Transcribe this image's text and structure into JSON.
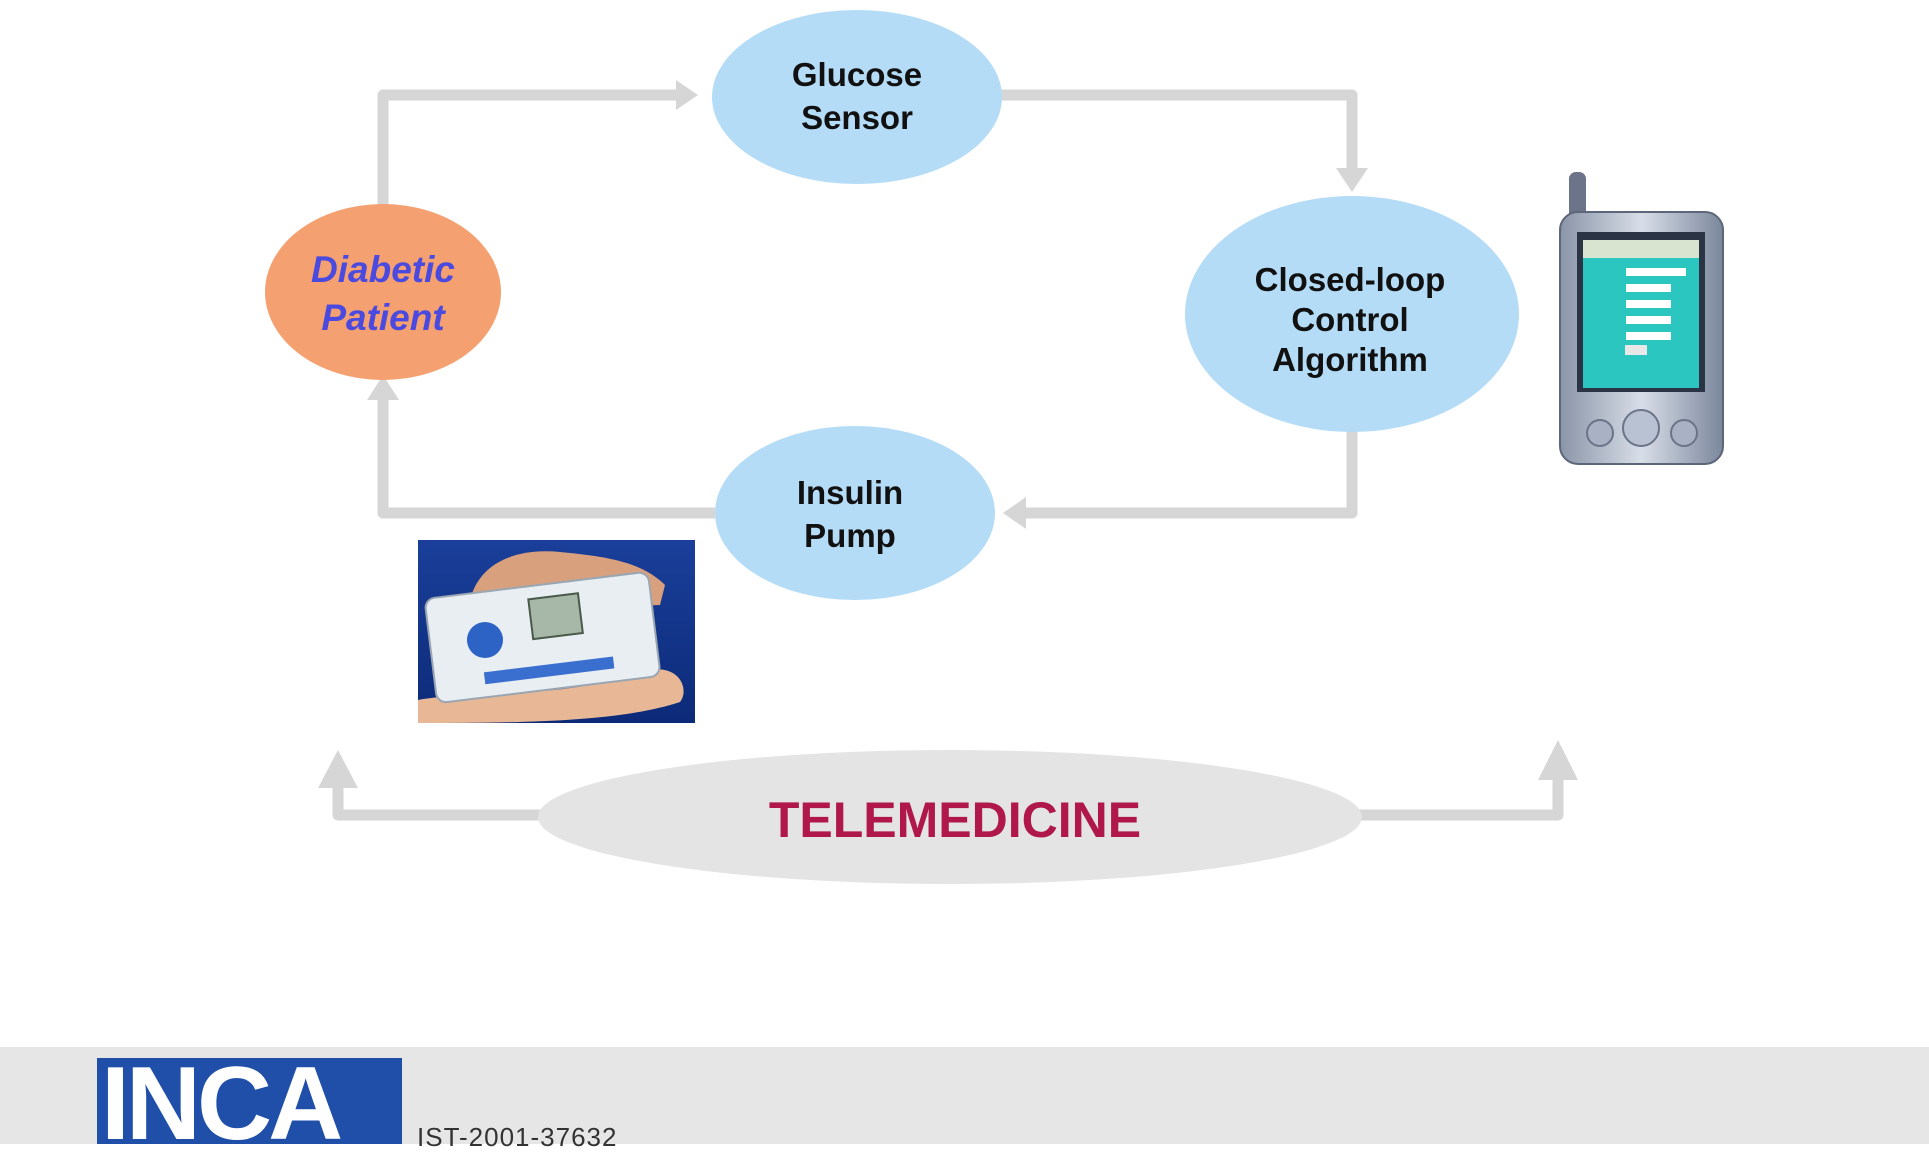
{
  "diagram": {
    "nodes": {
      "glucose_sensor": {
        "line1": "Glucose",
        "line2": "Sensor"
      },
      "diabetic_patient": {
        "line1": "Diabetic",
        "line2": "Patient"
      },
      "closed_loop": {
        "line1": "Closed-loop",
        "line2": "Control",
        "line3": "Algorithm"
      },
      "insulin_pump": {
        "line1": "Insulin",
        "line2": "Pump"
      },
      "telemedicine": {
        "label": "TELEMEDICINE"
      }
    },
    "colors": {
      "sensor_fill": "#b5dcf7",
      "patient_fill": "#f4a070",
      "patient_text": "#4a4ae0",
      "telemedicine_fill": "#e4e4e4",
      "telemedicine_text": "#b0174a",
      "arrow": "#d6d6d6",
      "footer_bg": "#e6e6e6",
      "logo_bg": "#1f4fa8"
    }
  },
  "footer": {
    "logo_text": "INCA",
    "project_code": "IST-2001-37632"
  }
}
